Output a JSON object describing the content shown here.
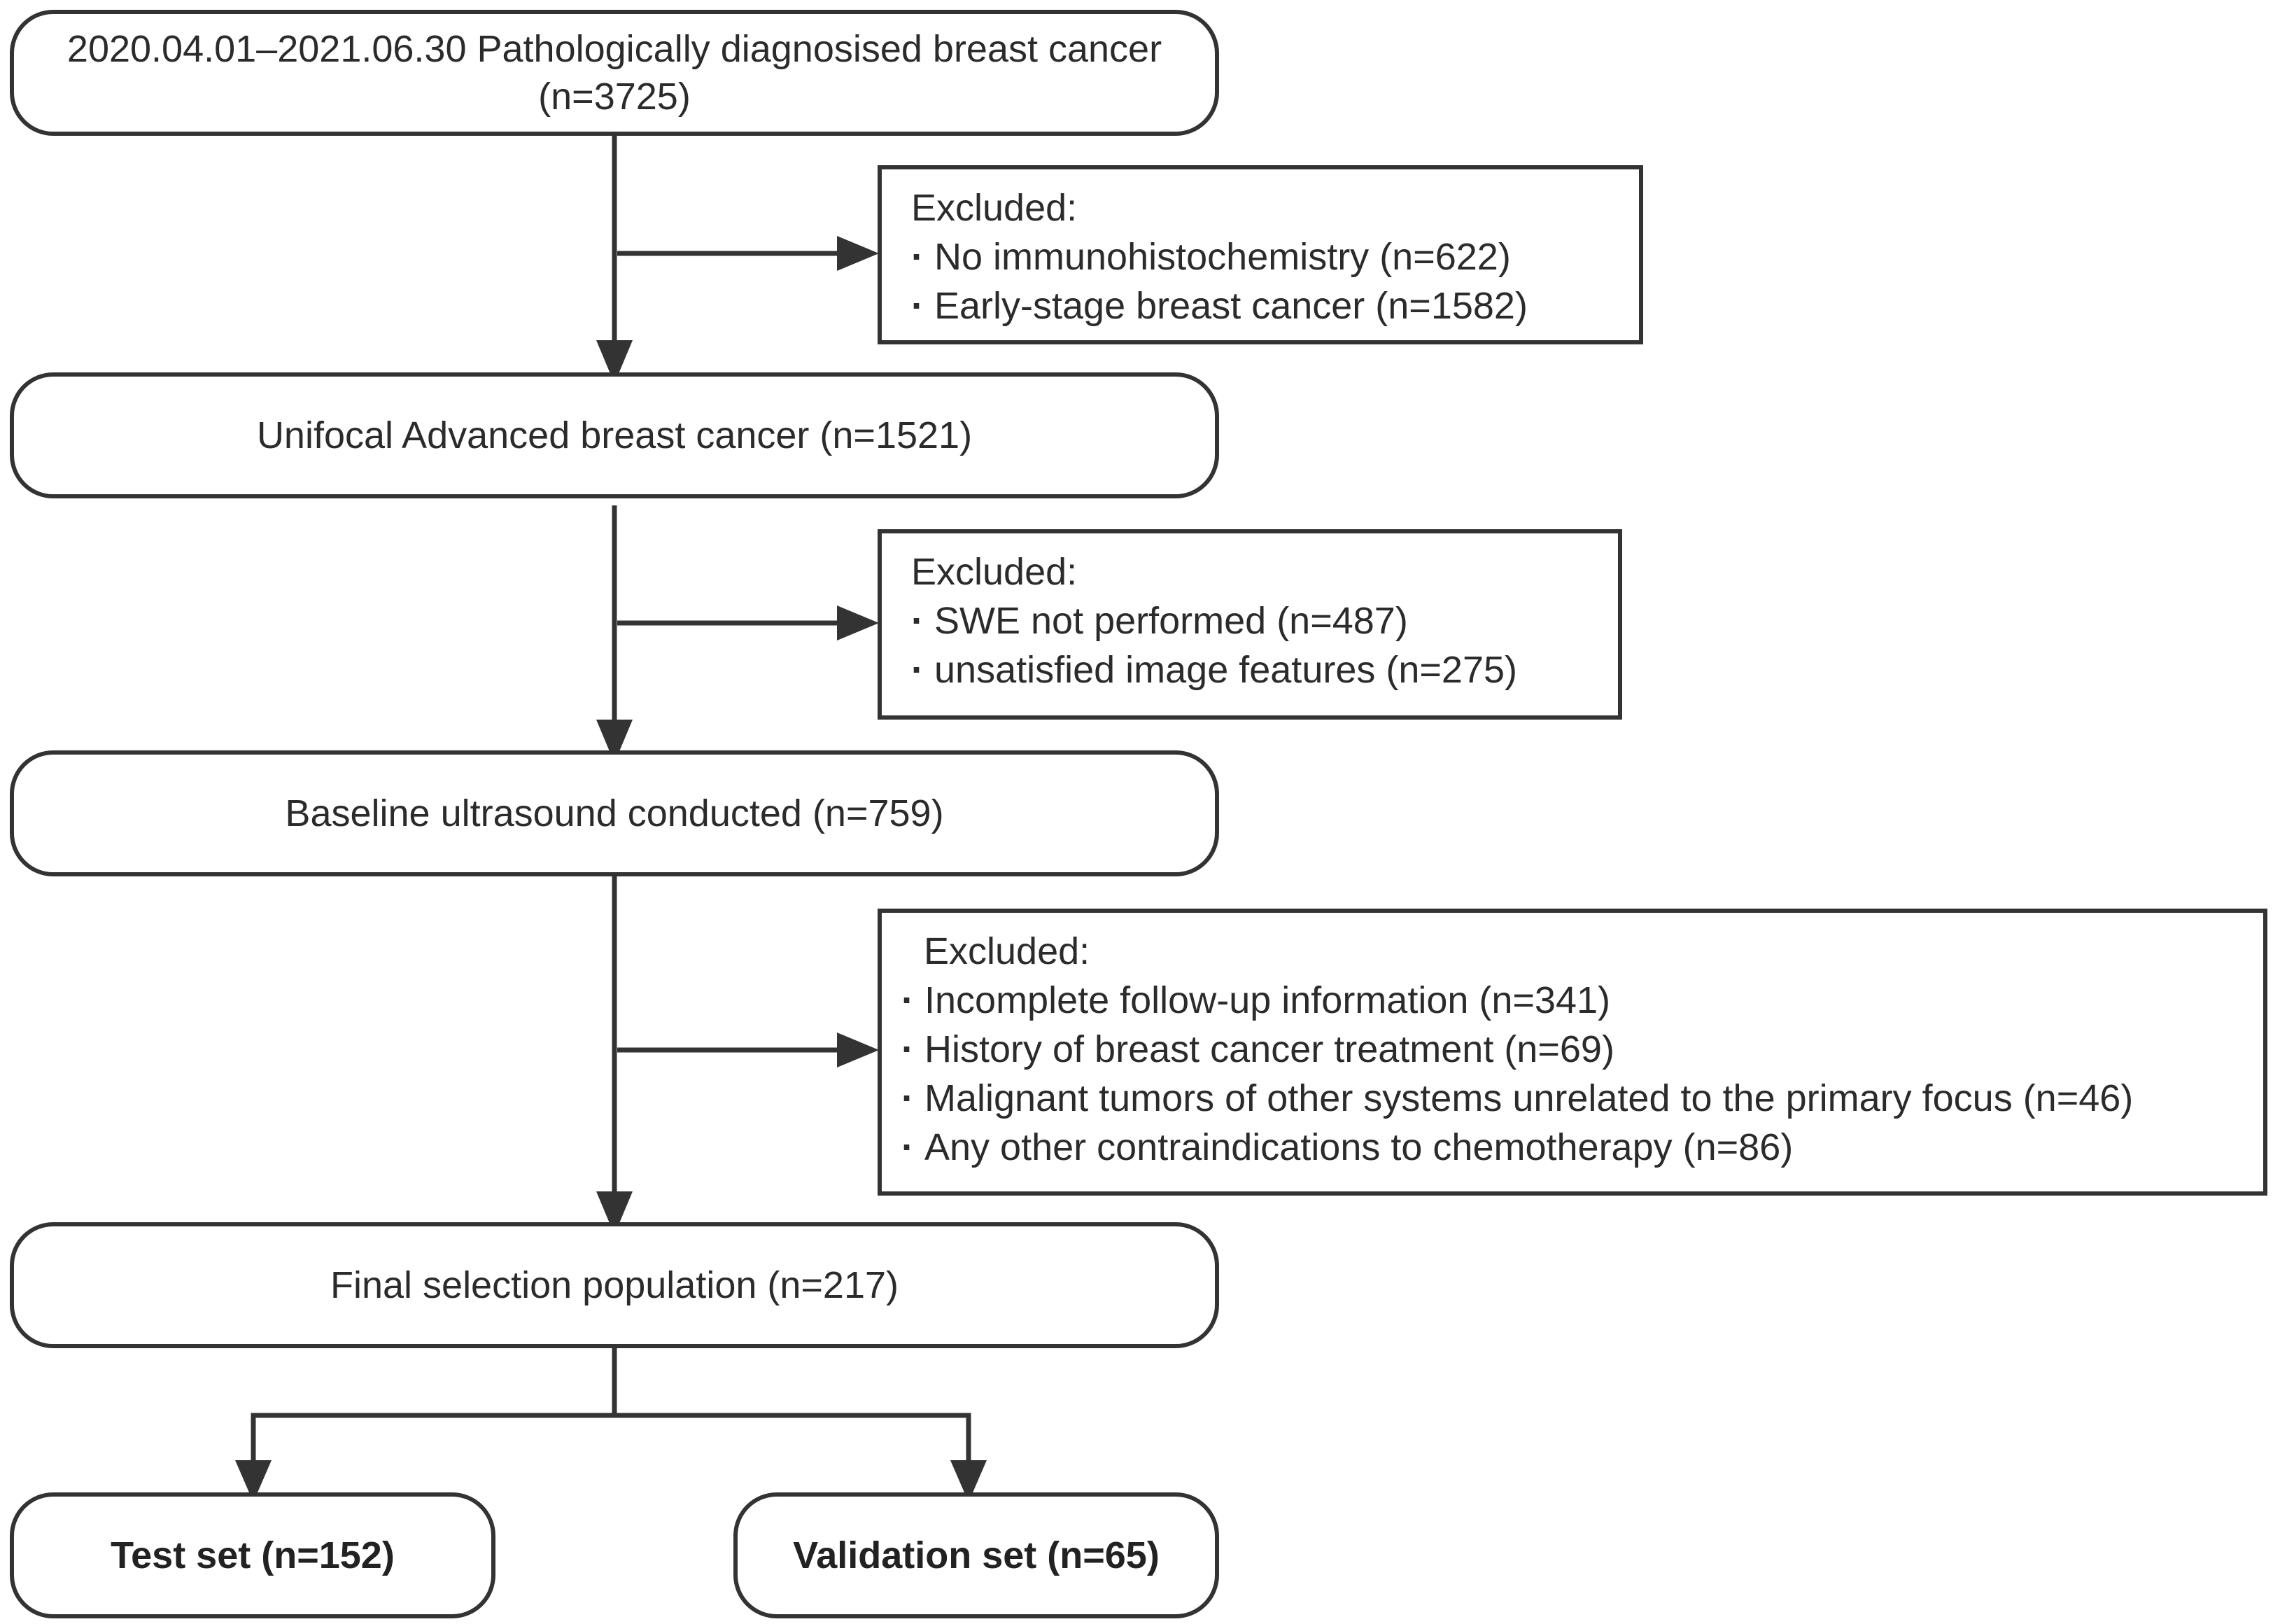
{
  "nodes": {
    "source": "2020.04.01–2021.06.30 Pathologically diagnosised breast cancer (n=3725)",
    "unifocal": "Unifocal Advanced breast cancer (n=1521)",
    "baseline": "Baseline ultrasound conducted (n=759)",
    "final": "Final selection population (n=217)",
    "test": "Test set (n=152)",
    "validation": "Validation set (n=65)"
  },
  "exclusions": [
    {
      "heading": "Excluded:",
      "items": [
        "No immunohistochemistry (n=622)",
        "Early-stage breast cancer (n=1582)"
      ]
    },
    {
      "heading": "Excluded:",
      "items": [
        "SWE not performed (n=487)",
        "unsatisfied image features (n=275)"
      ]
    },
    {
      "heading": "Excluded:",
      "items": [
        "Incomplete follow-up information (n=341)",
        "History of breast cancer treatment (n=69)",
        "Malignant tumors of other systems unrelated to the primary focus (n=46)",
        "Any other contraindications to chemotherapy (n=86)"
      ]
    }
  ],
  "colors": {
    "stroke": "#333333",
    "text": "#2b2b2b"
  }
}
